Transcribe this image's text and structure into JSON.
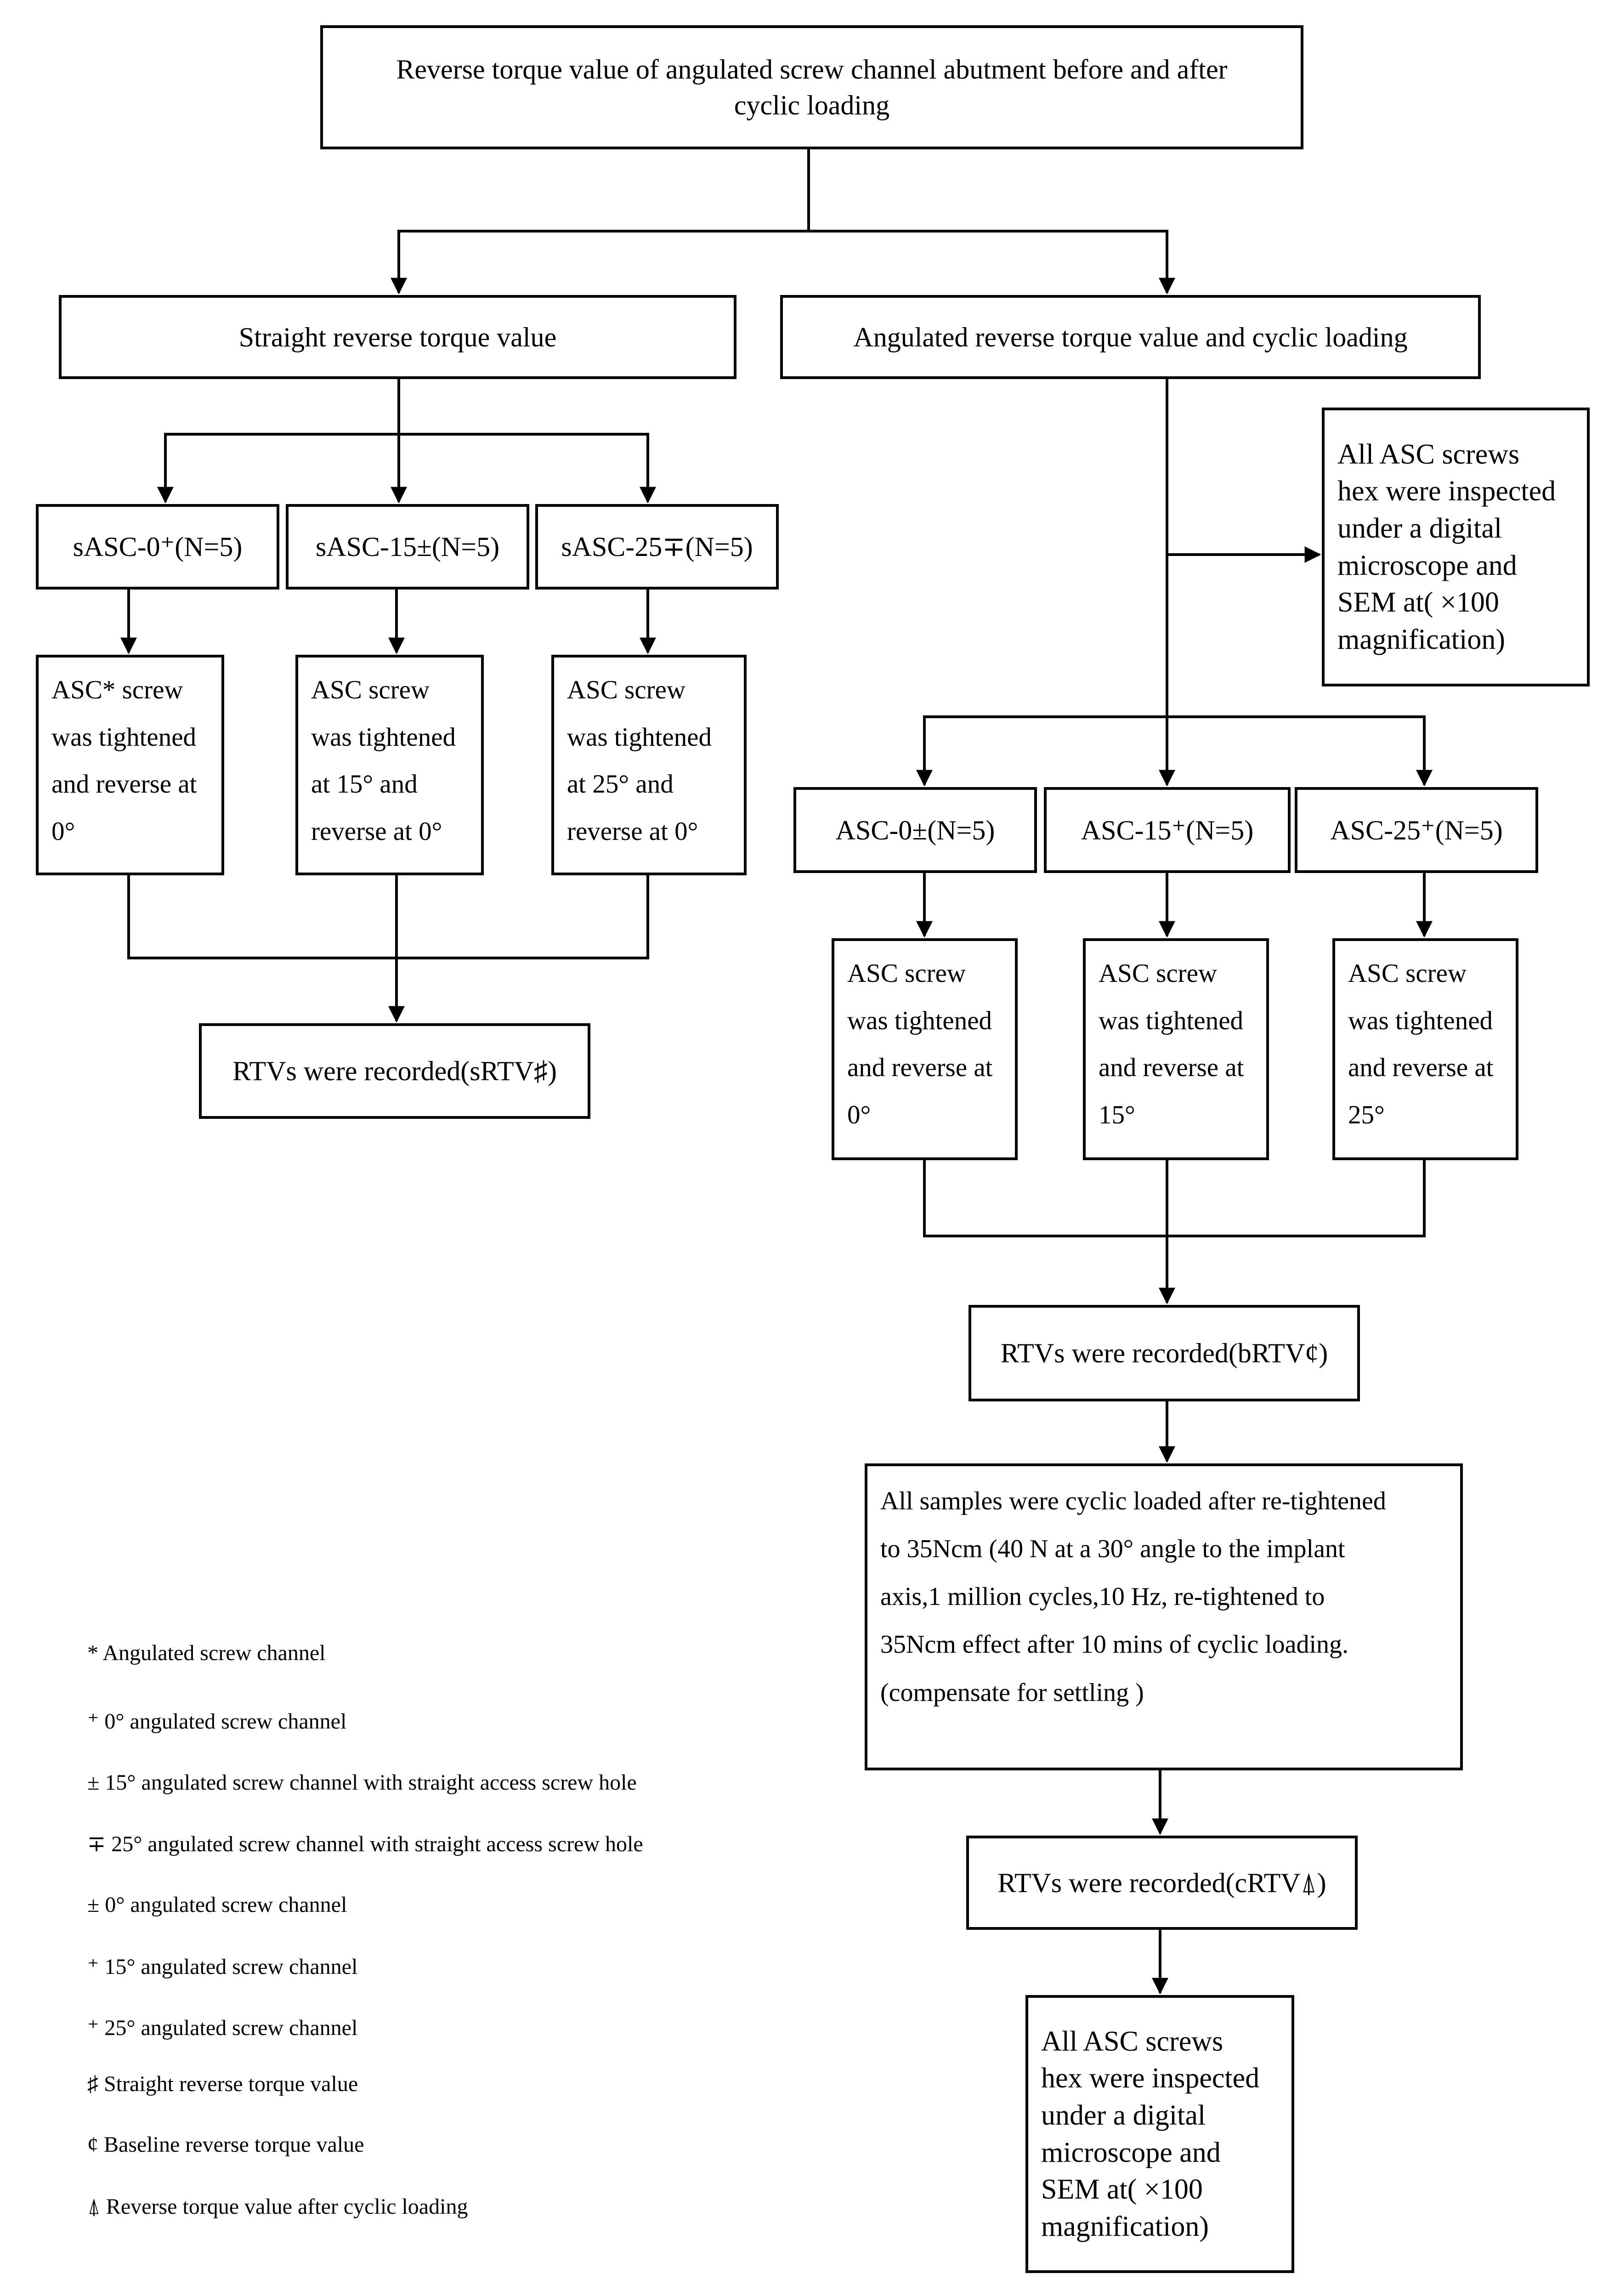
{
  "nodes": {
    "root": "Reverse torque value of angulated screw channel abutment before and after\ncyclic loading",
    "straight_rtv": "Straight reverse torque value",
    "angulated_rtv": "Angulated reverse torque value and cyclic loading",
    "inspect_top": "All ASC screws\nhex were inspected\nunder a digital\nmicroscope and\nSEM at( ×100\nmagnification)",
    "sasc0": "sASC-0⁺(N=5)",
    "sasc15": "sASC-15±(N=5)",
    "sasc25": "sASC-25∓(N=5)",
    "s_desc0": "ASC* screw\nwas tightened\nand reverse at\n0°",
    "s_desc15": "ASC screw\nwas tightened\nat 15° and\nreverse at 0°",
    "s_desc25": "ASC screw\nwas tightened\nat 25° and\nreverse at 0°",
    "srtv": "RTVs were recorded(sRTV♯)",
    "asc0": "ASC-0±(N=5)",
    "asc15": "ASC-15⁺(N=5)",
    "asc25": "ASC-25⁺(N=5)",
    "a_desc0": "ASC screw\nwas tightened\nand reverse at\n0°",
    "a_desc15": "ASC screw\nwas tightened\nand reverse at\n15°",
    "a_desc25": "ASC screw\nwas tightened\nand reverse at\n25°",
    "brtv": "RTVs were recorded(bRTV¢)",
    "cyclic": "All samples were cyclic loaded after re-tightened\nto 35Ncm (40 N at a 30° angle to the implant\naxis,1 million cycles,10 Hz, re-tightened to\n35Ncm effect after 10 mins of cyclic loading.\n(compensate for settling )",
    "crtv": "RTVs were recorded(cRTV⍋)",
    "inspect_bottom": "All ASC screws\nhex were inspected\nunder a digital\nmicroscope and\nSEM at( ×100\nmagnification)"
  },
  "legend": [
    "* Angulated screw channel",
    "⁺ 0° angulated screw channel",
    "± 15° angulated screw channel with straight access screw hole",
    "∓ 25° angulated screw channel with straight access screw hole",
    "±  0° angulated screw channel",
    "⁺ 15° angulated screw channel",
    "⁺  25° angulated screw channel",
    "♯ Straight reverse torque value",
    "¢ Baseline reverse torque value",
    "⍋ Reverse torque value after cyclic loading"
  ]
}
